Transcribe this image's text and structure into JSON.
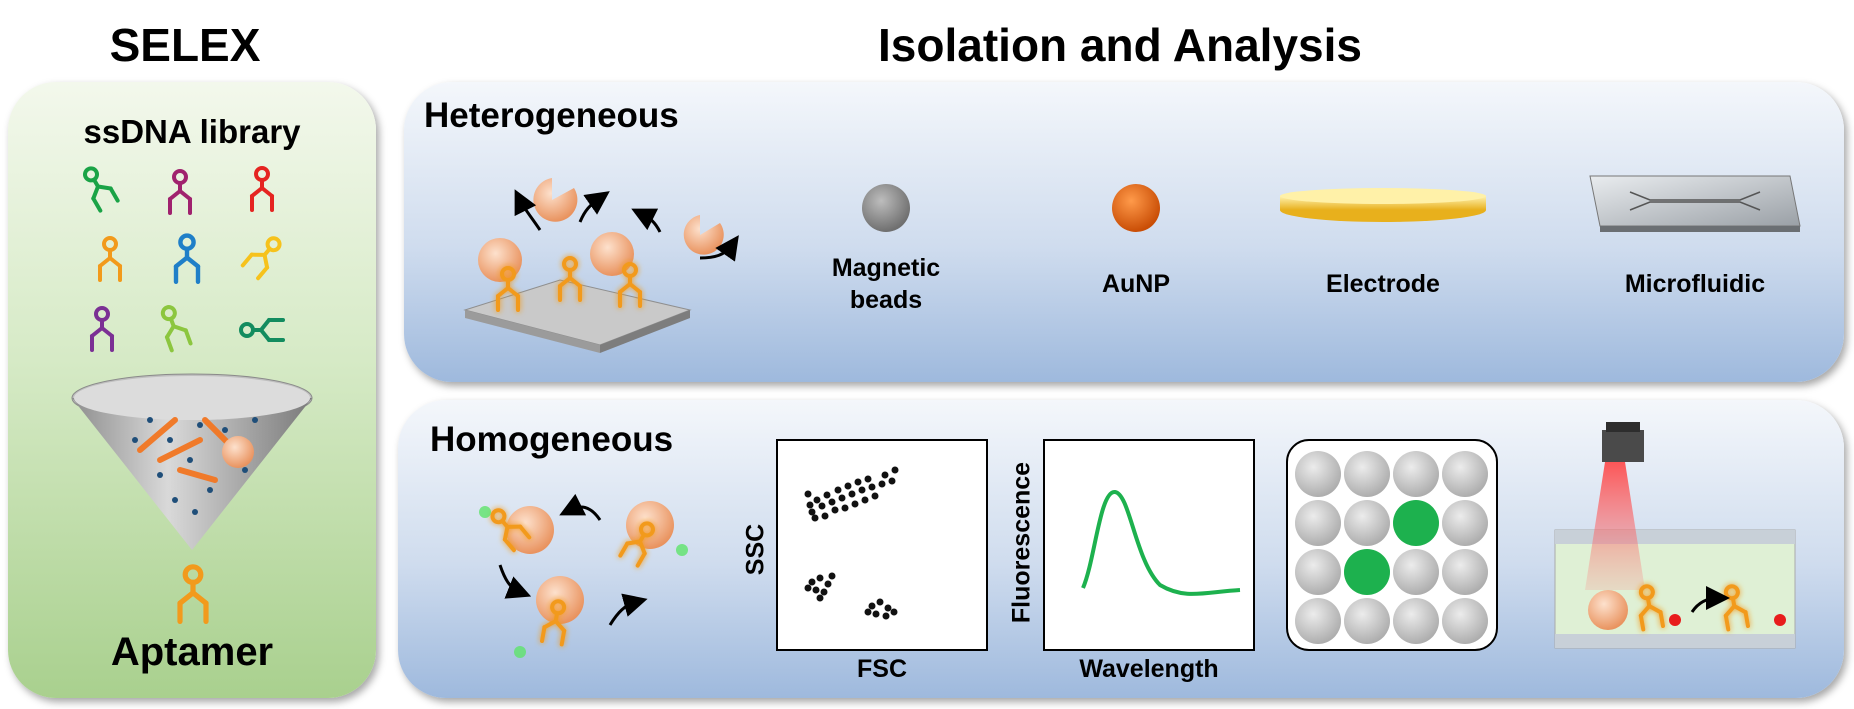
{
  "titles": {
    "selex": "SELEX",
    "isolation": "Isolation and Analysis"
  },
  "selex": {
    "library": "ssDNA library",
    "aptamer": "Aptamer"
  },
  "heterogeneous": {
    "heading": "Heterogeneous",
    "platforms": [
      {
        "label_line1": "Magnetic",
        "label_line2": "beads",
        "color": "#8c8c8c"
      },
      {
        "label": "AuNP",
        "color": "#e8661a"
      },
      {
        "label": "Electrode",
        "color": "#f5c842"
      },
      {
        "label": "Microfluidic",
        "color": "#b9bdc2"
      }
    ]
  },
  "homogeneous": {
    "heading": "Homogeneous",
    "flow_plot": {
      "xlabel": "FSC",
      "ylabel": "SSC"
    },
    "spectrum_plot": {
      "xlabel": "Wavelength",
      "ylabel": "Fluorescence"
    }
  },
  "colors": {
    "aptamer_orange": "#f29a1c",
    "target_peach": "#f4b08a",
    "green_signal": "#1db14e",
    "well_grey": "#c4c4c4"
  }
}
